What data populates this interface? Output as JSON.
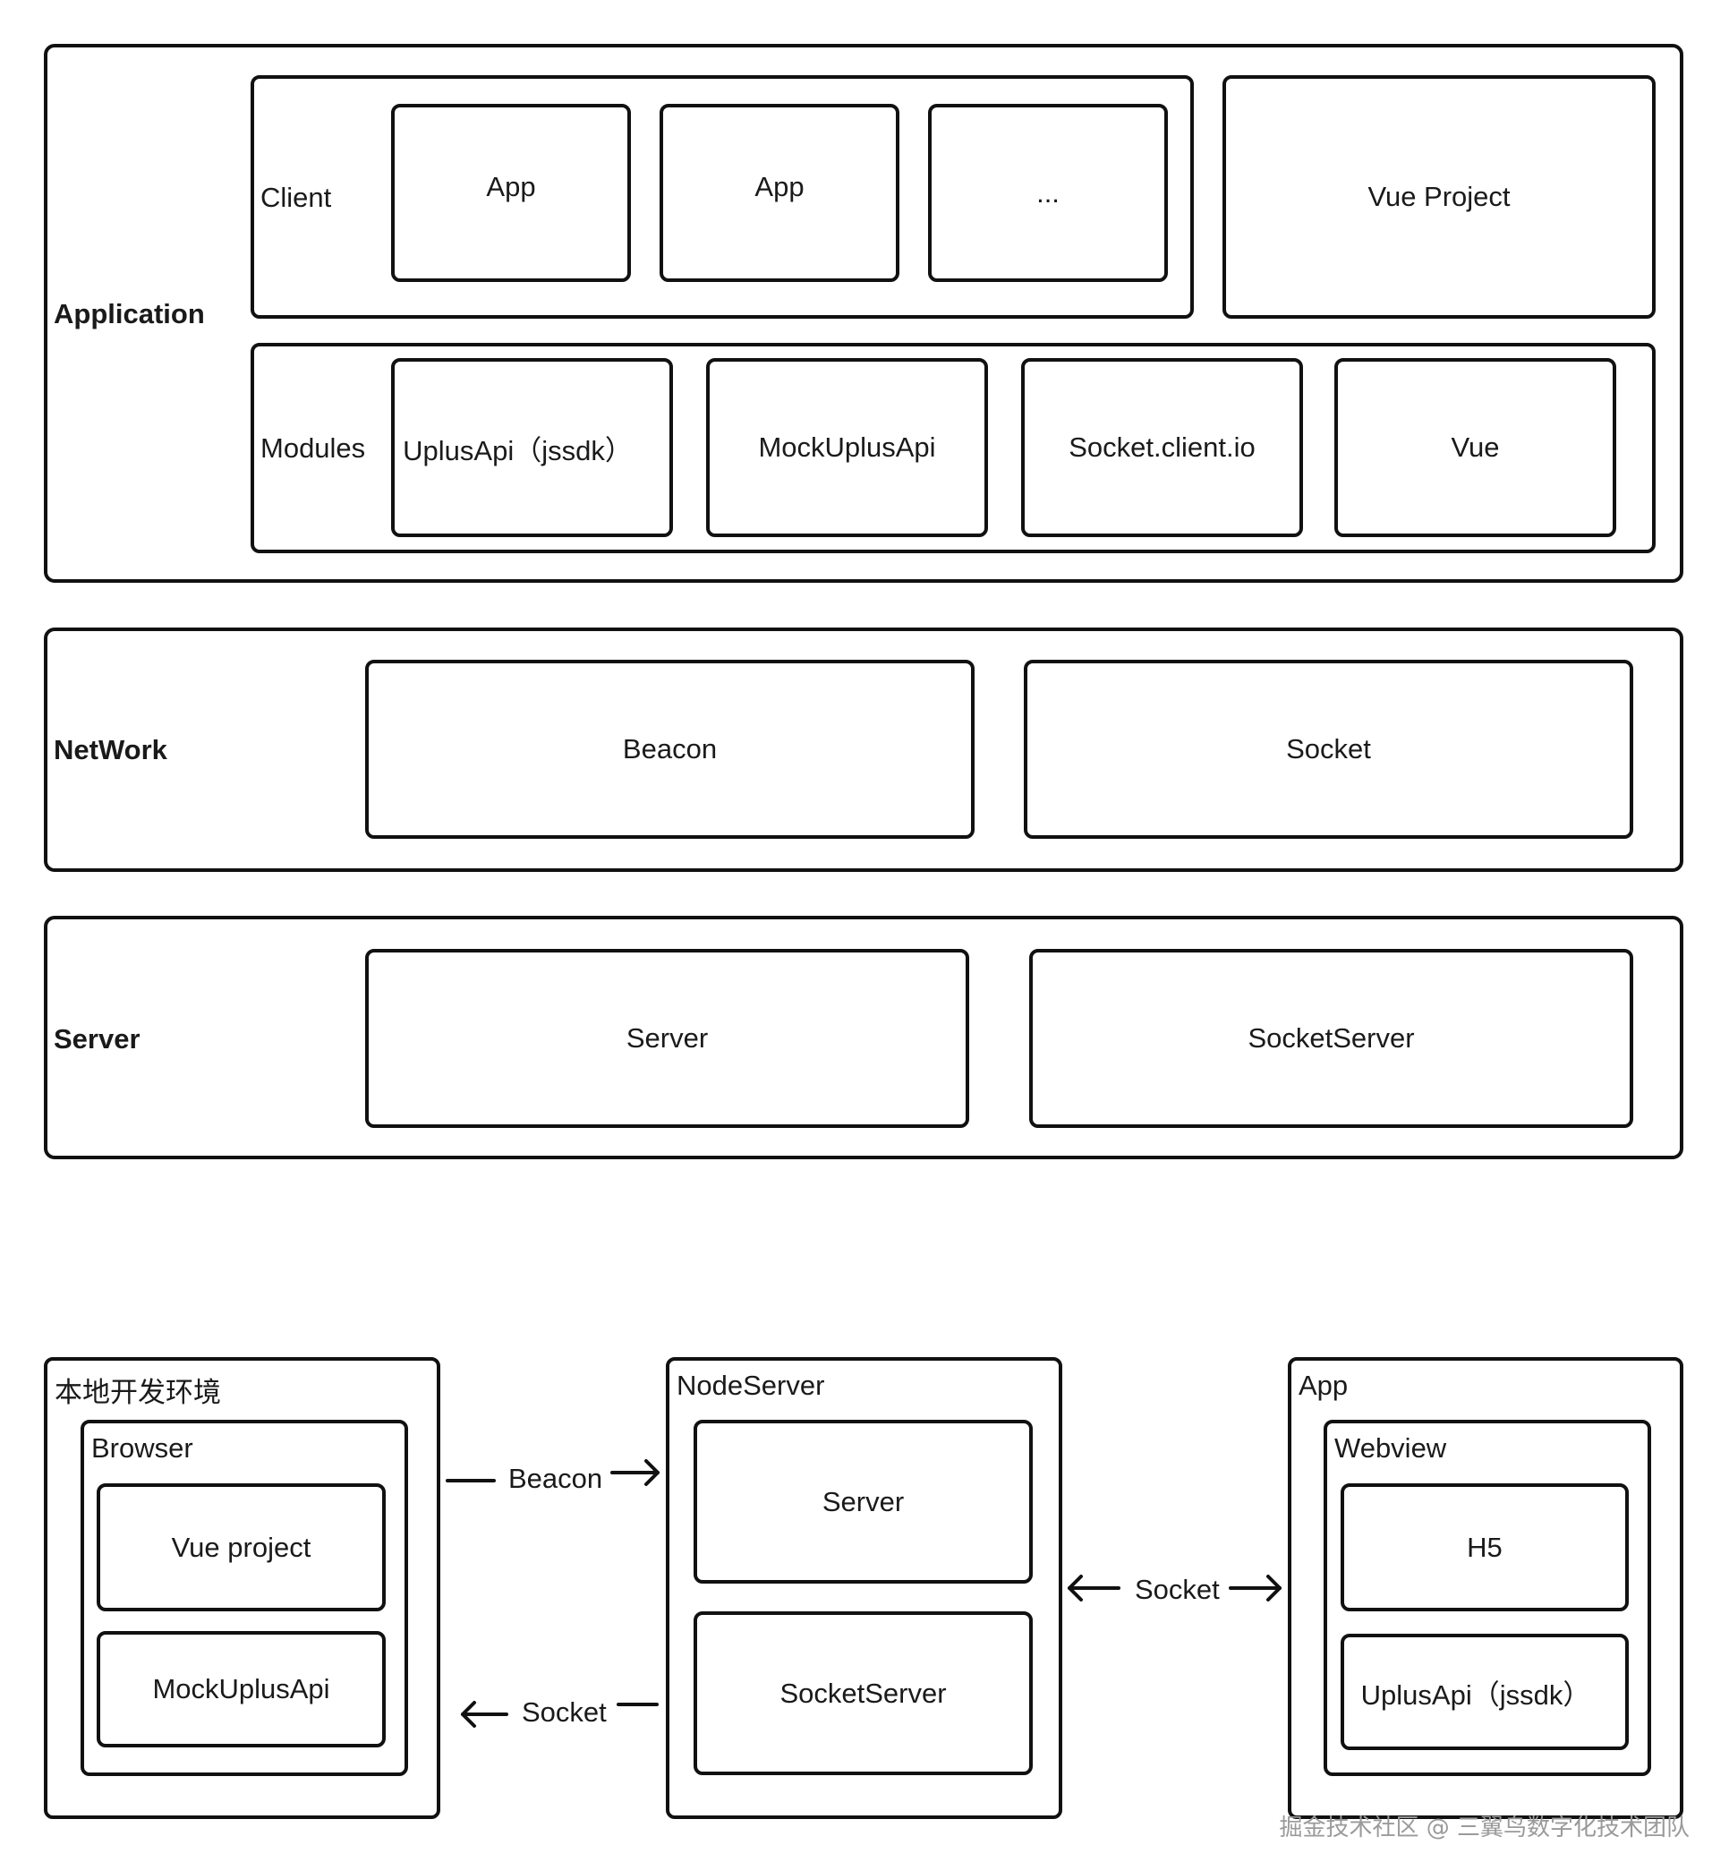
{
  "application": {
    "title": "Application",
    "client_label": "Client",
    "client_items": [
      "App",
      "App",
      "..."
    ],
    "vue_project": "Vue Project",
    "modules_label": "Modules",
    "module_items": [
      "UplusApi（jssdk）",
      "MockUplusApi",
      "Socket.client.io",
      "Vue"
    ]
  },
  "network": {
    "title": "NetWork",
    "items": [
      "Beacon",
      "Socket"
    ]
  },
  "server": {
    "title": "Server",
    "items": [
      "Server",
      "SocketServer"
    ]
  },
  "flow": {
    "local_env": {
      "title": "本地开发环境",
      "browser": "Browser",
      "items": [
        "Vue project",
        "MockUplusApi"
      ]
    },
    "node_server": {
      "title": "NodeServer",
      "items": [
        "Server",
        "SocketServer"
      ]
    },
    "app": {
      "title": "App",
      "webview": "Webview",
      "items": [
        "H5",
        "UplusApi（jssdk）"
      ]
    },
    "edges": {
      "beacon": "Beacon",
      "socket_back": "Socket",
      "socket_both": "Socket"
    }
  },
  "watermark": "掘金技术社区 @ 三翼鸟数字化技术团队"
}
